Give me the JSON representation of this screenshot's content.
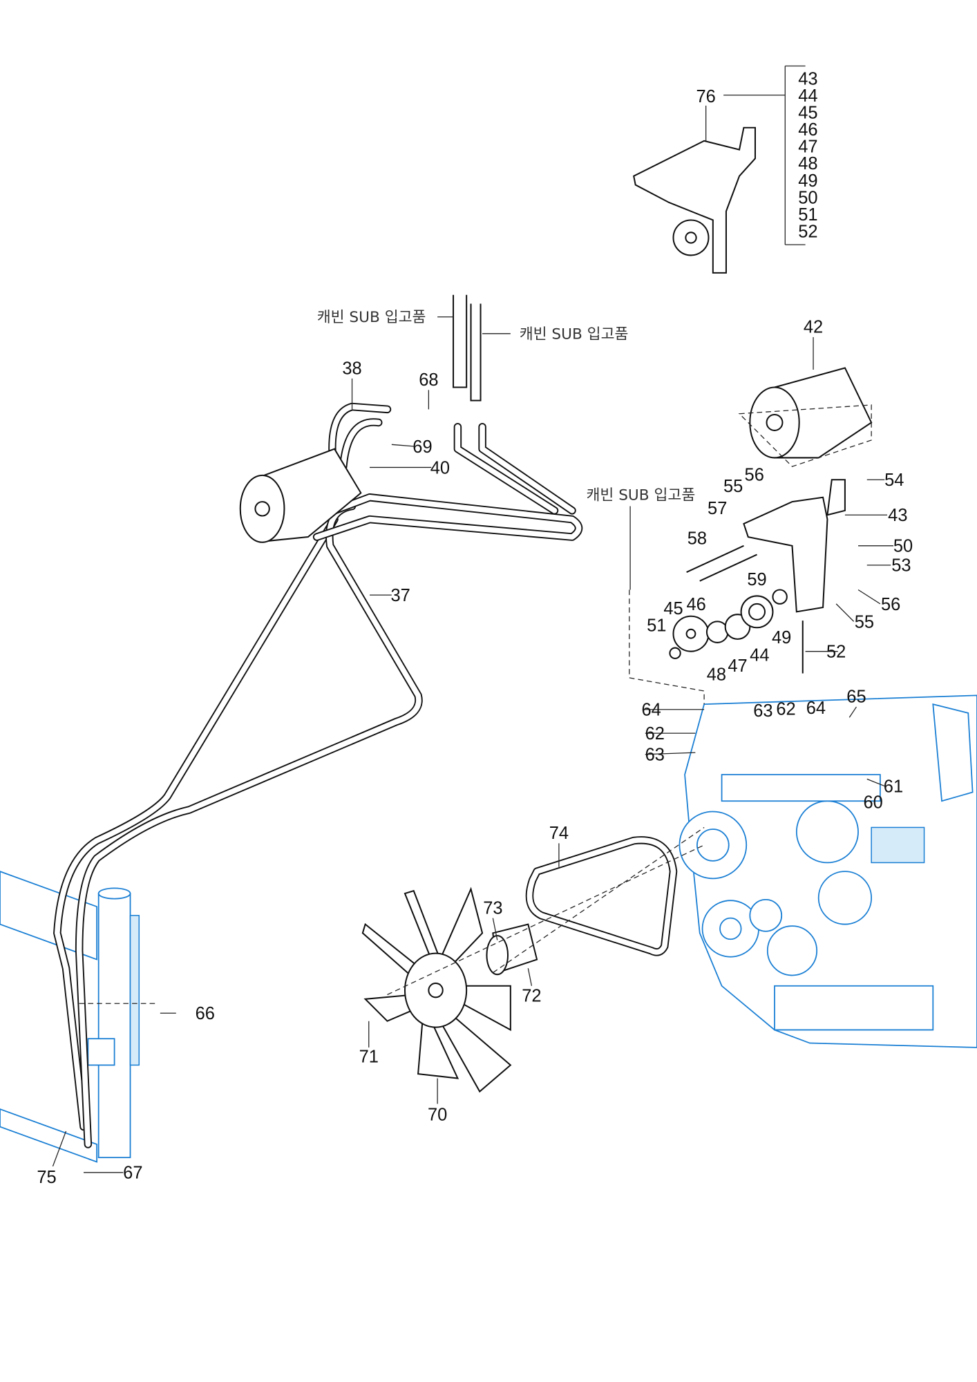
{
  "diagram": {
    "bracket_parent": "76",
    "bracket_list": [
      "43",
      "44",
      "45",
      "46",
      "47",
      "48",
      "49",
      "50",
      "51",
      "52"
    ],
    "notes": [
      "캐빈 SUB 입고품",
      "캐빈 SUB 입고품",
      "캐빈 SUB 입고품"
    ],
    "callouts": [
      "38",
      "68",
      "69",
      "40",
      "37",
      "42",
      "55",
      "56",
      "54",
      "43",
      "57",
      "58",
      "50",
      "53",
      "59",
      "56",
      "55",
      "45",
      "46",
      "51",
      "49",
      "44",
      "47",
      "48",
      "52",
      "64",
      "62",
      "63",
      "63",
      "62",
      "64",
      "65",
      "61",
      "60",
      "74",
      "73",
      "72",
      "71",
      "70",
      "66",
      "75",
      "67"
    ],
    "colors": {
      "line": "#111111",
      "engine": "#1a7fd4"
    }
  }
}
